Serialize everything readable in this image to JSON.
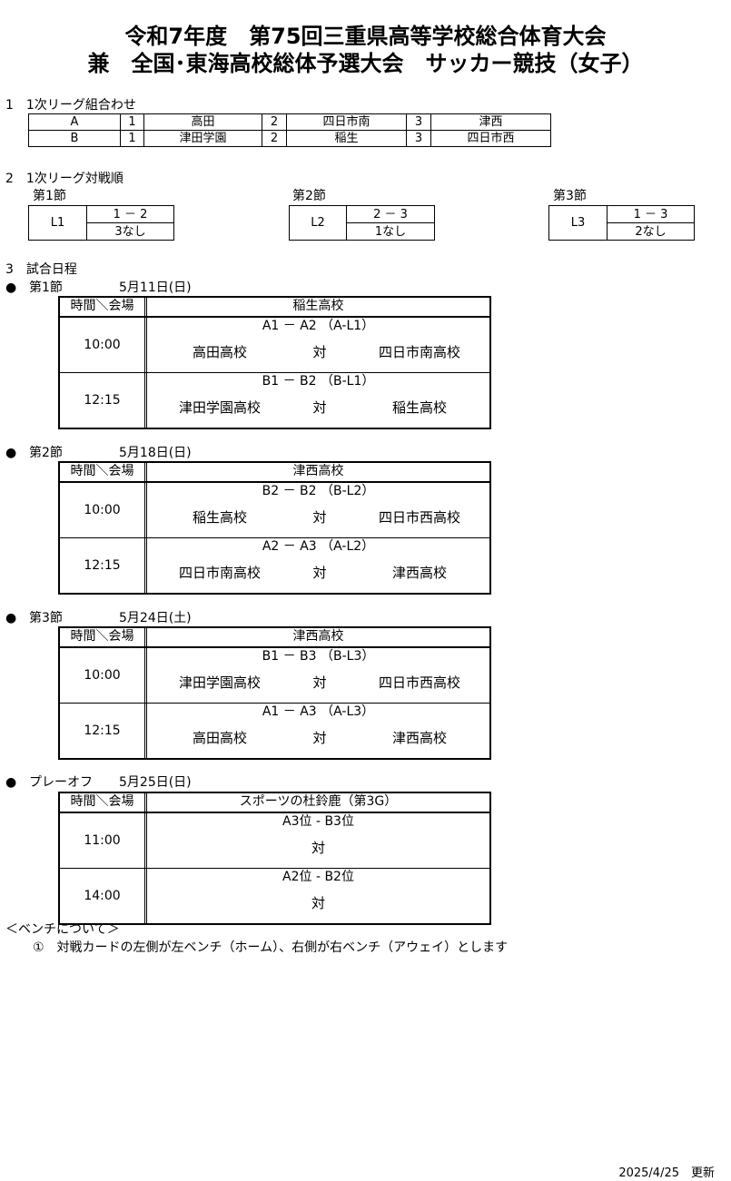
{
  "title": {
    "line1": "令和7年度　第75回三重県高等学校総合体育大会",
    "line2": "兼　全国･東海高校総体予選大会　サッカー競技（女子）"
  },
  "section1": {
    "heading": "1　1次リーグ組合わせ",
    "groups": [
      {
        "name": "A",
        "n1": "1",
        "t1": "高田",
        "n2": "2",
        "t2": "四日市南",
        "n3": "3",
        "t3": "津西"
      },
      {
        "name": "B",
        "n1": "1",
        "t1": "津田学園",
        "n2": "2",
        "t2": "稲生",
        "n3": "3",
        "t3": "四日市西"
      }
    ]
  },
  "section2": {
    "heading": "2　1次リーグ対戦順",
    "rounds": [
      {
        "label": "第1節",
        "code": "L1",
        "match": "1 － 2",
        "bye": "3なし"
      },
      {
        "label": "第2節",
        "code": "L2",
        "match": "2 － 3",
        "bye": "1なし"
      },
      {
        "label": "第3節",
        "code": "L3",
        "match": "1 － 3",
        "bye": "2なし"
      }
    ]
  },
  "section3": {
    "heading": "3　試合日程",
    "bullet": "●",
    "time_header": "時間＼会場",
    "vs": "対",
    "days": [
      {
        "label": "第1節",
        "date": "5月11日(日)",
        "venue": "稲生高校",
        "games": [
          {
            "time": "10:00",
            "code": "A1 － A2 （A-L1）",
            "home": "高田高校",
            "away": "四日市南高校"
          },
          {
            "time": "12:15",
            "code": "B1 － B2 （B-L1）",
            "home": "津田学園高校",
            "away": "稲生高校"
          }
        ]
      },
      {
        "label": "第2節",
        "date": "5月18日(日)",
        "venue": "津西高校",
        "games": [
          {
            "time": "10:00",
            "code": "B2 － B2 （B-L2）",
            "home": "稲生高校",
            "away": "四日市西高校"
          },
          {
            "time": "12:15",
            "code": "A2 － A3 （A-L2）",
            "home": "四日市南高校",
            "away": "津西高校"
          }
        ]
      },
      {
        "label": "第3節",
        "date": "5月24日(土)",
        "venue": "津西高校",
        "games": [
          {
            "time": "10:00",
            "code": "B1 － B3 （B-L3）",
            "home": "津田学園高校",
            "away": "四日市西高校"
          },
          {
            "time": "12:15",
            "code": "A1 － A3 （A-L3）",
            "home": "高田高校",
            "away": "津西高校"
          }
        ]
      },
      {
        "label": "プレーオフ",
        "date": "5月25日(日)",
        "venue": "スポーツの杜鈴鹿（第3G）",
        "games": [
          {
            "time": "11:00",
            "code": "A3位 - B3位"
          },
          {
            "time": "14:00",
            "code": "A2位 - B2位"
          }
        ]
      }
    ]
  },
  "bench": {
    "heading": "＜ベンチについて＞",
    "note": "①　対戦カードの左側が左ベンチ（ホーム）、右側が右ベンチ（アウェイ）とします"
  },
  "updated": "2025/4/25　更新"
}
